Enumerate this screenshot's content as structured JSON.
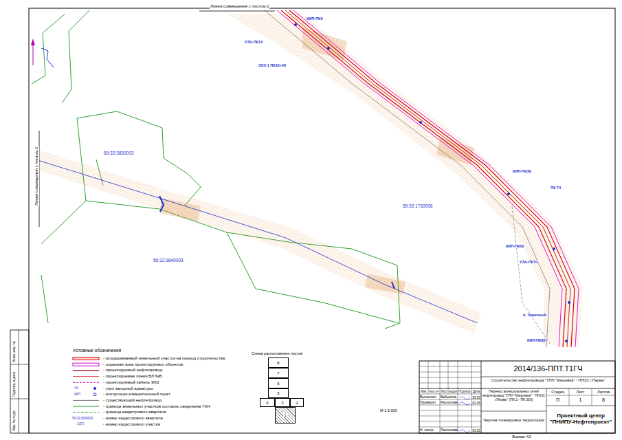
{
  "diagram": {
    "nodes": [
      {
        "text": [
          "8"
        ]
      },
      {
        "text": [
          "7"
        ]
      },
      {
        "text": [
          "6"
        ]
      },
      {
        "text": [
          "5"
        ]
      },
      {
        "text": [
          "4"
        ]
      },
      {
        "text": [
          "3"
        ]
      },
      {
        "text": [
          "2"
        ]
      },
      {
        "text": [
          "1"
        ]
      }
    ],
    "labels": [
      "Линия совмещения с листом 2",
      "Линия совмещения с листом 2",
      "59:32:3830003",
      "59:32:1730006",
      "59:32:3840003",
      "КИП-ПК6",
      "УЗА-ПК14",
      "ЭХЗ-1 ПК18+50",
      "КИП-ПК38",
      "ПК 74",
      "КИП-ПК62",
      "УЗА-ПК70",
      "п. Заречный",
      "КИП-ПК88",
      "М 1:5 000",
      "2014/136-ППТ.Т1ГЧ",
      "Строительство нефтепровода \"УПН \"Мазуевка\" - ПНОС г.Пермь\"",
      "Изм.",
      "Кол.уч",
      "Лист",
      "№док",
      "Подпись",
      "Дата",
      "Выполнил",
      "Бабыкина",
      "03.15",
      "Проверил",
      "Распопова",
      "03.15",
      "Н. контр.",
      "Распопова",
      "03.15",
      "Перенос муниципальных сетей нефтепровод \"УПН \"Мазуевка\" - ПНОС г.Пермь\" (ПК 2 - ПК 300)",
      "Стадия",
      "Лист",
      "Листов",
      "П",
      "1",
      "8",
      "Чертеж планировки территории",
      "Проектный центр \"ПНИПУ-Нефтепроект\"",
      "Формат А2",
      "Взам. инв. №",
      "Подпись и дата",
      "Инв. № подл.",
      "Схема расположения листов",
      "Условные обозначения",
      "УЗ",
      "КИП",
      "59:32:0000000",
      "1(37)"
    ],
    "legend": [
      {
        "text": "- испрашиваемый земельный участок на период строительства"
      },
      {
        "text": "- охранная зона проектируемых объектов"
      },
      {
        "text": "- проектируемый нефтепровод"
      },
      {
        "text": "- проектируемая линия ВЛ 6кВ"
      },
      {
        "text": "- проектируемый кабель ЭХЗ"
      },
      {
        "text": "- узел запорной арматуры"
      },
      {
        "text": "- контрольно-измерительный пункт"
      },
      {
        "text": "- существующий нефтепровод"
      },
      {
        "text": "- граница земельных участков согласно сведениям ГКН"
      },
      {
        "text": "- граница кадастрового квартала"
      },
      {
        "text": "- номер кадастрового квартала"
      },
      {
        "text": "- номер кадастрового участка"
      }
    ]
  }
}
